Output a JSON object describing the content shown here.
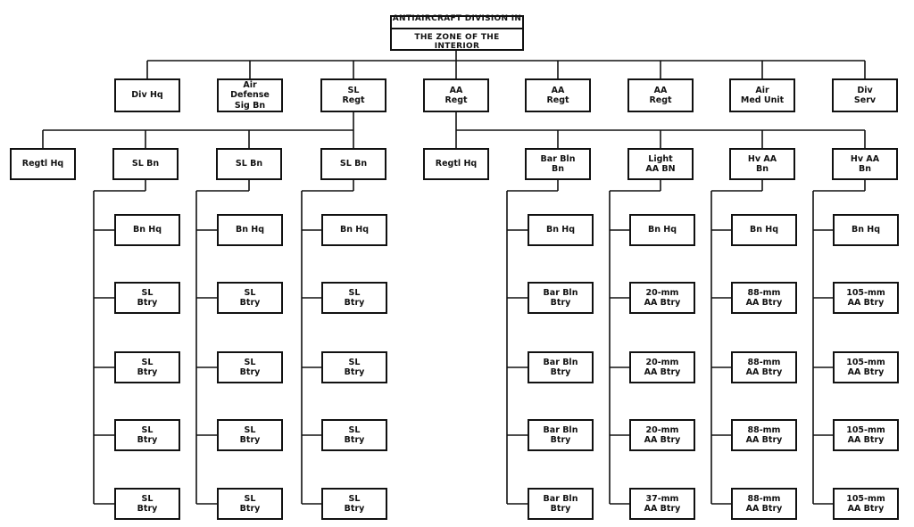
{
  "root": {
    "line1": "ANTIAIRCRAFT DIVISION IN",
    "line2": "THE ZONE OF THE INTERIOR"
  },
  "level1": [
    "Div Hq",
    "Air\nDefense\nSig Bn",
    "SL\nRegt",
    "AA\nRegt",
    "AA\nRegt",
    "AA\nRegt",
    "Air\nMed Unit",
    "Div\nServ"
  ],
  "sl_regiment": {
    "hq": "Regtl Hq",
    "battalions": [
      {
        "label": "SL Bn",
        "units": [
          "Bn Hq",
          "SL\nBtry",
          "SL\nBtry",
          "SL\nBtry",
          "SL\nBtry"
        ]
      },
      {
        "label": "SL Bn",
        "units": [
          "Bn Hq",
          "SL\nBtry",
          "SL\nBtry",
          "SL\nBtry",
          "SL\nBtry"
        ]
      },
      {
        "label": "SL Bn",
        "units": [
          "Bn Hq",
          "SL\nBtry",
          "SL\nBtry",
          "SL\nBtry",
          "SL\nBtry"
        ]
      }
    ]
  },
  "aa_regiment": {
    "hq": "Regtl Hq",
    "battalions": [
      {
        "label": "Bar Bln\nBn",
        "units": [
          "Bn Hq",
          "Bar Bln\nBtry",
          "Bar Bln\nBtry",
          "Bar Bln\nBtry",
          "Bar Bln\nBtry"
        ]
      },
      {
        "label": "Light\nAA BN",
        "units": [
          "Bn Hq",
          "20-mm\nAA Btry",
          "20-mm\nAA Btry",
          "20-mm\nAA Btry",
          "37-mm\nAA Btry"
        ]
      },
      {
        "label": "Hv AA\nBn",
        "units": [
          "Bn Hq",
          "88-mm\nAA Btry",
          "88-mm\nAA Btry",
          "88-mm\nAA Btry",
          "88-mm\nAA Btry"
        ]
      },
      {
        "label": "Hv AA\nBn",
        "units": [
          "Bn Hq",
          "105-mm\nAA Btry",
          "105-mm\nAA Btry",
          "105-mm\nAA Btry",
          "105-mm\nAA Btry"
        ]
      }
    ]
  }
}
